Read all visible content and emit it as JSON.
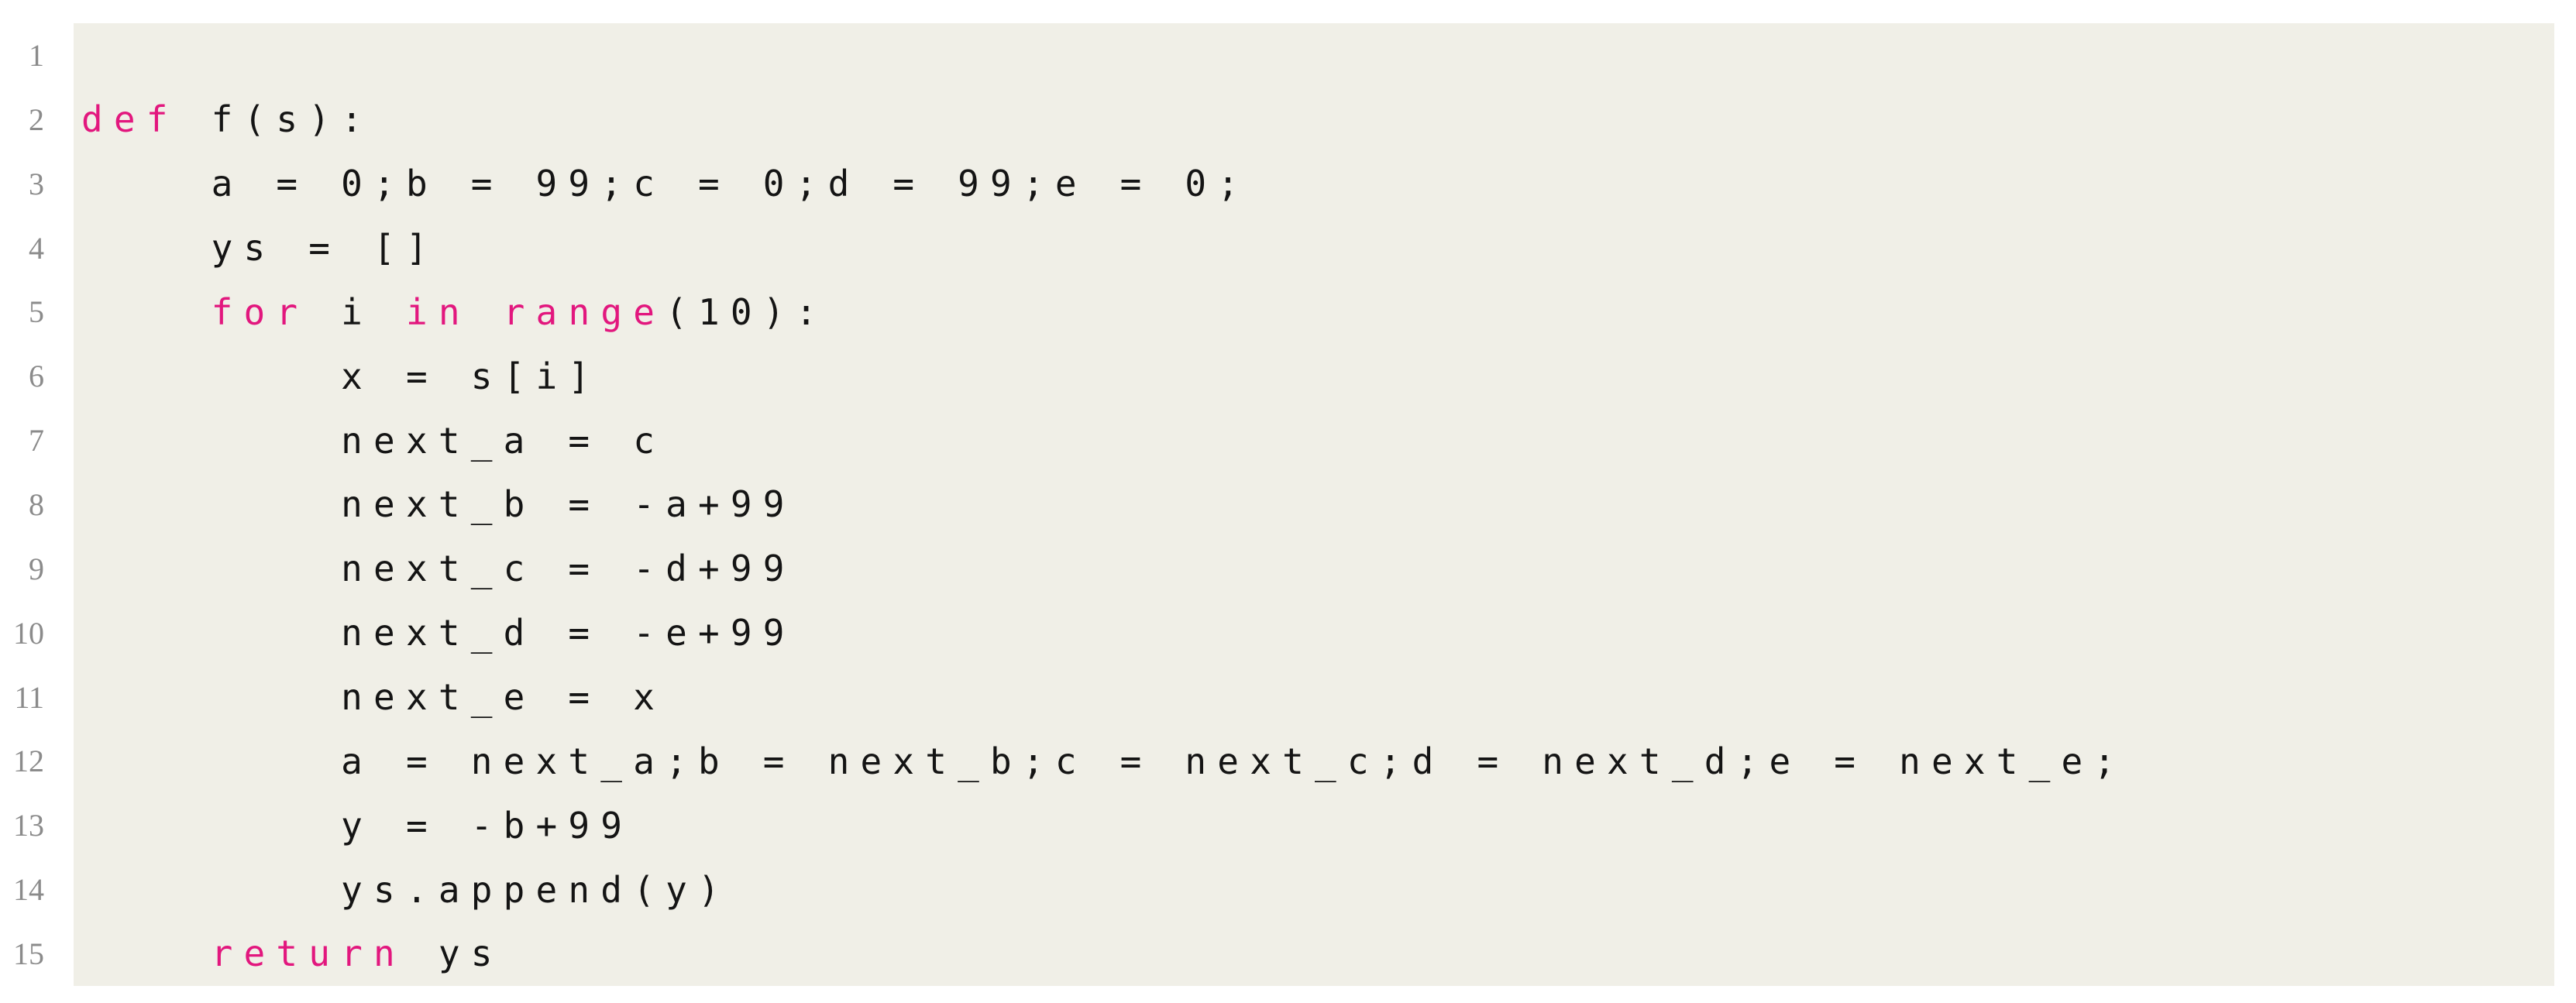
{
  "code_viewer": {
    "language": "python",
    "colors": {
      "page_background": "#ffffff",
      "panel_background": "#f0efe7",
      "code_text": "#141414",
      "keyword": "#e2177e",
      "line_number": "#8b8b8b"
    },
    "lines": [
      {
        "number": "1",
        "tokens": []
      },
      {
        "number": "2",
        "tokens": [
          {
            "text": "def",
            "kw": true
          },
          {
            "text": " f(s):",
            "kw": false
          }
        ]
      },
      {
        "number": "3",
        "tokens": [
          {
            "text": "    a = 0;b = 99;c = 0;d = 99;e = 0;",
            "kw": false
          }
        ]
      },
      {
        "number": "4",
        "tokens": [
          {
            "text": "    ys = []",
            "kw": false
          }
        ]
      },
      {
        "number": "5",
        "tokens": [
          {
            "text": "    ",
            "kw": false
          },
          {
            "text": "for",
            "kw": true
          },
          {
            "text": " i ",
            "kw": false
          },
          {
            "text": "in",
            "kw": true
          },
          {
            "text": " ",
            "kw": false
          },
          {
            "text": "range",
            "kw": true
          },
          {
            "text": "(10):",
            "kw": false
          }
        ]
      },
      {
        "number": "6",
        "tokens": [
          {
            "text": "        x = s[i]",
            "kw": false
          }
        ]
      },
      {
        "number": "7",
        "tokens": [
          {
            "text": "        next_a = c",
            "kw": false
          }
        ]
      },
      {
        "number": "8",
        "tokens": [
          {
            "text": "        next_b = -a+99",
            "kw": false
          }
        ]
      },
      {
        "number": "9",
        "tokens": [
          {
            "text": "        next_c = -d+99",
            "kw": false
          }
        ]
      },
      {
        "number": "10",
        "tokens": [
          {
            "text": "        next_d = -e+99",
            "kw": false
          }
        ]
      },
      {
        "number": "11",
        "tokens": [
          {
            "text": "        next_e = x",
            "kw": false
          }
        ]
      },
      {
        "number": "12",
        "tokens": [
          {
            "text": "        a = next_a;b = next_b;c = next_c;d = next_d;e = next_e;",
            "kw": false
          }
        ]
      },
      {
        "number": "13",
        "tokens": [
          {
            "text": "        y = -b+99",
            "kw": false
          }
        ]
      },
      {
        "number": "14",
        "tokens": [
          {
            "text": "        ys.append(y)",
            "kw": false
          }
        ]
      },
      {
        "number": "15",
        "tokens": [
          {
            "text": "    ",
            "kw": false
          },
          {
            "text": "return",
            "kw": true
          },
          {
            "text": " ys",
            "kw": false
          }
        ]
      }
    ]
  }
}
